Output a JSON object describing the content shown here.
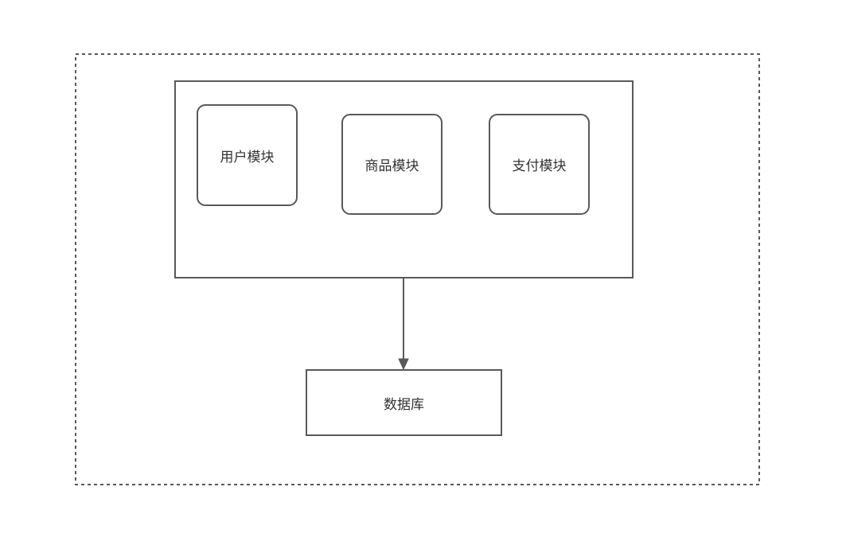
{
  "diagram": {
    "colors": {
      "stroke": "#595959",
      "text": "#333333",
      "background": "#ffffff"
    },
    "modules": [
      {
        "id": "user",
        "label": "用户模块"
      },
      {
        "id": "product",
        "label": "商品模块"
      },
      {
        "id": "payment",
        "label": "支付模块"
      }
    ],
    "database": {
      "label": "数据库"
    }
  }
}
